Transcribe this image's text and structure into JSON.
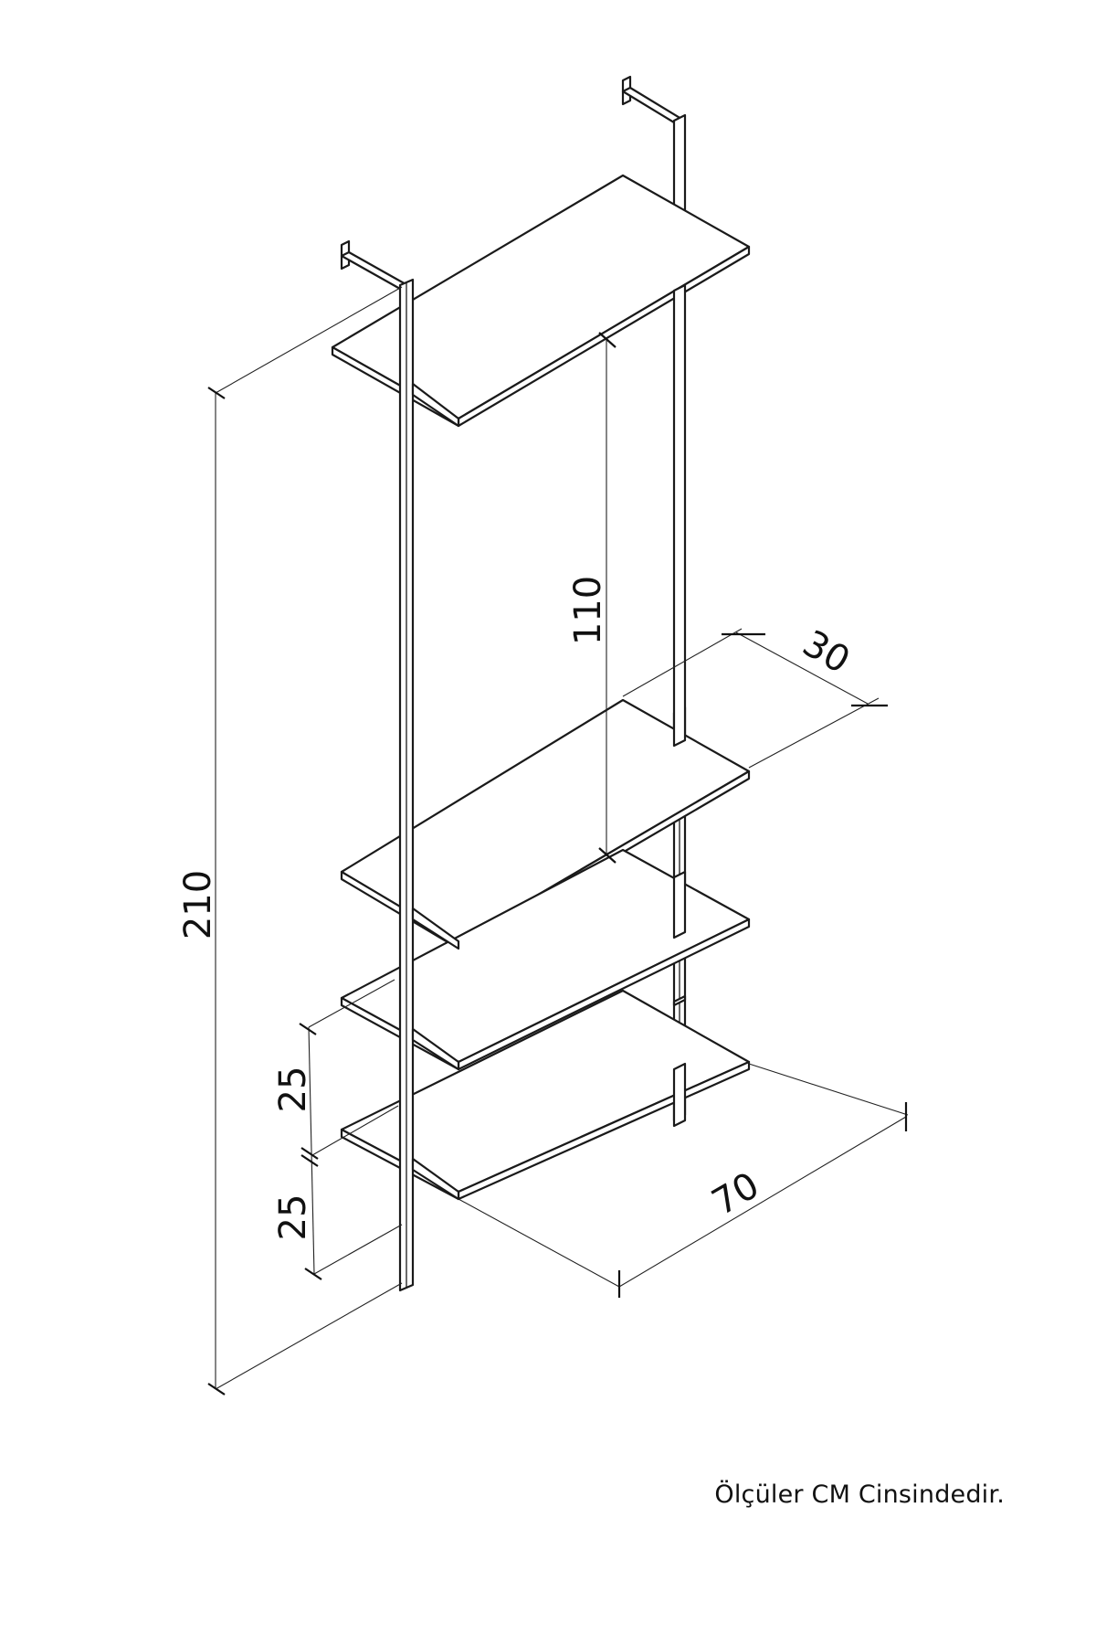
{
  "dimensions": {
    "height_total": "210",
    "shelf_gap_top": "110",
    "depth": "30",
    "width": "70",
    "lower_gap_1": "25",
    "lower_gap_2": "25"
  },
  "footnote": "Ölçüler CM Cinsindedir."
}
